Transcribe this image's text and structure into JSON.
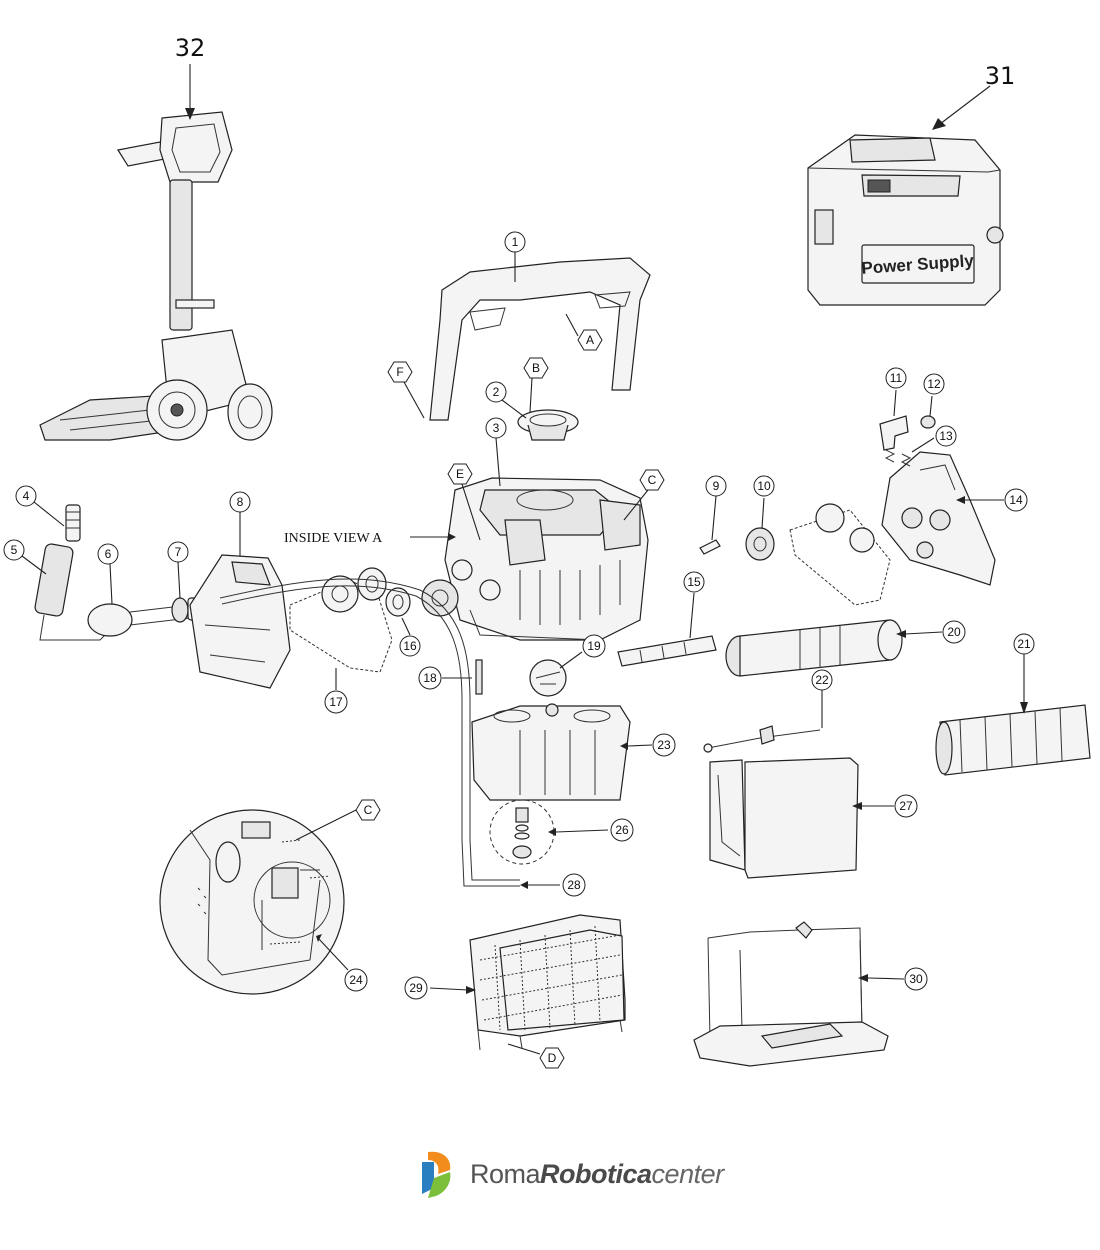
{
  "callouts": {
    "n1": "1",
    "n2": "2",
    "n3": "3",
    "n4": "4",
    "n5": "5",
    "n6": "6",
    "n7": "7",
    "n8": "8",
    "n9": "9",
    "n10": "10",
    "n11": "11",
    "n12": "12",
    "n13": "13",
    "n14": "14",
    "n15": "15",
    "n16": "16",
    "n17": "17",
    "n18": "18",
    "n19": "19",
    "n20": "20",
    "n21": "21",
    "n22": "22",
    "n23": "23",
    "n24": "24",
    "n26": "26",
    "n27": "27",
    "n28": "28",
    "n29": "29",
    "n30": "30",
    "n31": "31",
    "n32": "32"
  },
  "letters": {
    "A": "A",
    "B": "B",
    "C": "C",
    "C2": "C",
    "D": "D",
    "E": "E",
    "F": "F"
  },
  "annotations": {
    "inside_view": "INSIDE VIEW A"
  },
  "power_supply_label": "Power Supply",
  "brand": {
    "part1": "Roma",
    "part2": "Robotica",
    "part3": "center"
  },
  "colors": {
    "logo_orange": "#f28c1c",
    "logo_blue": "#2a7fc1",
    "logo_green": "#7cbf3a"
  }
}
